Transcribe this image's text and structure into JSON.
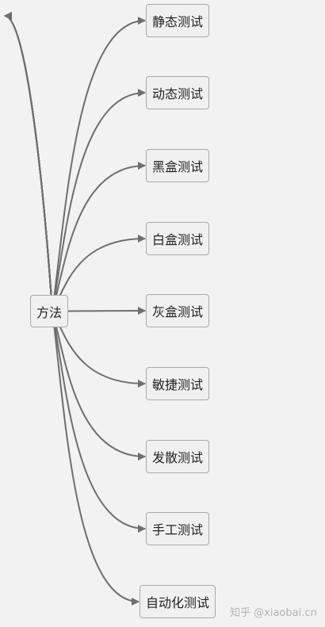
{
  "root": {
    "label": "方法"
  },
  "children": [
    {
      "label": "静态测试"
    },
    {
      "label": "动态测试"
    },
    {
      "label": "黑盒测试"
    },
    {
      "label": "白盒测试"
    },
    {
      "label": "灰盒测试"
    },
    {
      "label": "敏捷测试"
    },
    {
      "label": "发散测试"
    },
    {
      "label": "手工测试"
    },
    {
      "label": "自动化测试"
    }
  ],
  "watermark": "知乎 @xiaobai.cn",
  "colors": {
    "background": "#f2f2f2",
    "node_fill": "#f0f0f0",
    "node_border": "#a9a9a9",
    "edge": "#6e6e6e"
  }
}
